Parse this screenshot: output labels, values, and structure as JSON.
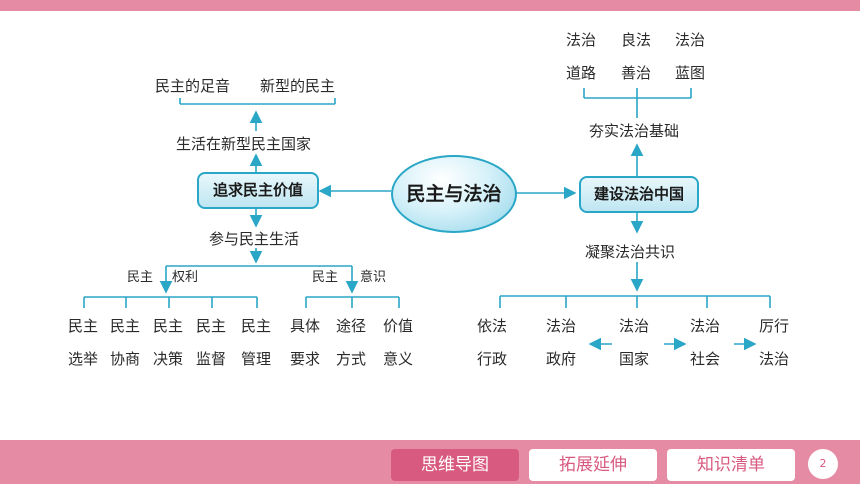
{
  "central": "民主与法治",
  "left": {
    "box": "追求民主价值",
    "upper_step": "生活在新型民主国家",
    "upper_items": [
      "民主的足音",
      "新型的民主"
    ],
    "lower_step": "参与民主生活",
    "left_group_label": "民主",
    "left_group_label2": "权利",
    "right_group_label": "民主",
    "right_group_label2": "意识",
    "rights": [
      {
        "top": "民主",
        "bottom": "选举"
      },
      {
        "top": "民主",
        "bottom": "协商"
      },
      {
        "top": "民主",
        "bottom": "决策"
      },
      {
        "top": "民主",
        "bottom": "监督"
      },
      {
        "top": "民主",
        "bottom": "管理"
      }
    ],
    "awareness": [
      {
        "top": "具体",
        "bottom": "要求"
      },
      {
        "top": "途径",
        "bottom": "方式"
      },
      {
        "top": "价值",
        "bottom": "意义"
      }
    ]
  },
  "right": {
    "box": "建设法治中国",
    "upper_step": "夯实法治基础",
    "upper_items": [
      {
        "top": "法治",
        "bottom": "道路"
      },
      {
        "top": "良法",
        "bottom": "善治"
      },
      {
        "top": "法治",
        "bottom": "蓝图"
      }
    ],
    "lower_step": "凝聚法治共识",
    "consensus": [
      {
        "top": "依法",
        "bottom": "行政"
      },
      {
        "top": "法治",
        "bottom": "政府"
      },
      {
        "top": "法治",
        "bottom": "国家"
      },
      {
        "top": "法治",
        "bottom": "社会"
      },
      {
        "top": "厉行",
        "bottom": "法治"
      }
    ]
  },
  "nav": {
    "mind_map": "思维导图",
    "extension": "拓展延伸",
    "checklist": "知识清单",
    "page": "2"
  },
  "colors": {
    "accent_pink": "#e58ba4",
    "active_pink": "#d85a80",
    "line_blue": "#2aa6c6"
  }
}
